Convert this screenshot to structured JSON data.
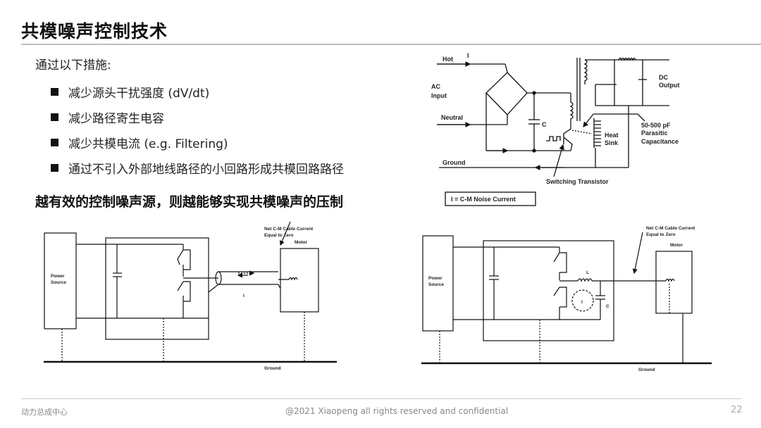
{
  "title": "共模噪声控制技术",
  "intro": "通过以下措施:",
  "bullets": [
    "减少源头干扰强度 (dV/dt)",
    "减少路径寄生电容",
    "减少共模电流 (e.g. Filtering)",
    "通过不引入外部地线路径的小回路形成共模回路路径"
  ],
  "emphasis": "越有效的控制噪声源，则越能够实现共模噪声的压制",
  "diagram_top": {
    "hot": "Hot",
    "ac1": "AC",
    "ac2": "Input",
    "neutral": "Neutral",
    "ground": "Ground",
    "cap": "C",
    "current": "I",
    "dc1": "DC",
    "dc2": "Output",
    "heat1": "Heat",
    "heat2": "Sink",
    "para1": "50-500 pF",
    "para2": "Parasitic",
    "para3": "Capacitance",
    "transistor": "Switching Transistor",
    "legend": "I  = C-M Noise Current"
  },
  "diagram_left": {
    "power1": "Power",
    "power2": "Source",
    "net1": "Net C-M Cable Current",
    "net2": "Equal to Zero",
    "motor": "Motor",
    "current": "I",
    "ground": "Ground"
  },
  "diagram_right": {
    "power1": "Power",
    "power2": "Source",
    "net1": "Net C-M Cable Current",
    "net2": "Equal to Zero",
    "motor": "Motor",
    "inductor": "L",
    "cap": "C",
    "current": "I",
    "ground": "Ground"
  },
  "footer": {
    "dept": "动力总成中心",
    "copyright": "@2021 Xiaopeng all rights reserved and confidential",
    "page": "22"
  }
}
